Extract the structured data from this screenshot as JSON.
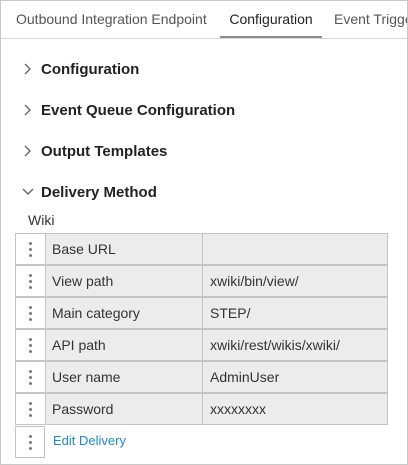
{
  "tabs": [
    {
      "label": "Outbound Integration Endpoint"
    },
    {
      "label": "Configuration",
      "active": true
    },
    {
      "label": "Event Trigge"
    }
  ],
  "sections": [
    {
      "title": "Configuration",
      "expanded": false
    },
    {
      "title": "Event Queue Configuration",
      "expanded": false
    },
    {
      "title": "Output Templates",
      "expanded": false
    },
    {
      "title": "Delivery Method",
      "expanded": true
    }
  ],
  "delivery": {
    "type_label": "Wiki",
    "rows": [
      {
        "label": "Base URL",
        "value": ""
      },
      {
        "label": "View path",
        "value": "xwiki/bin/view/"
      },
      {
        "label": "Main category",
        "value": "STEP/"
      },
      {
        "label": "API path",
        "value": "xwiki/rest/wikis/xwiki/"
      },
      {
        "label": "User name",
        "value": "AdminUser"
      },
      {
        "label": "Password",
        "value": "xxxxxxxx"
      }
    ],
    "edit_link": "Edit Delivery"
  },
  "colors": {
    "link": "#1a8acb",
    "row_bg": "#ececec",
    "border": "#c4c4c4"
  }
}
